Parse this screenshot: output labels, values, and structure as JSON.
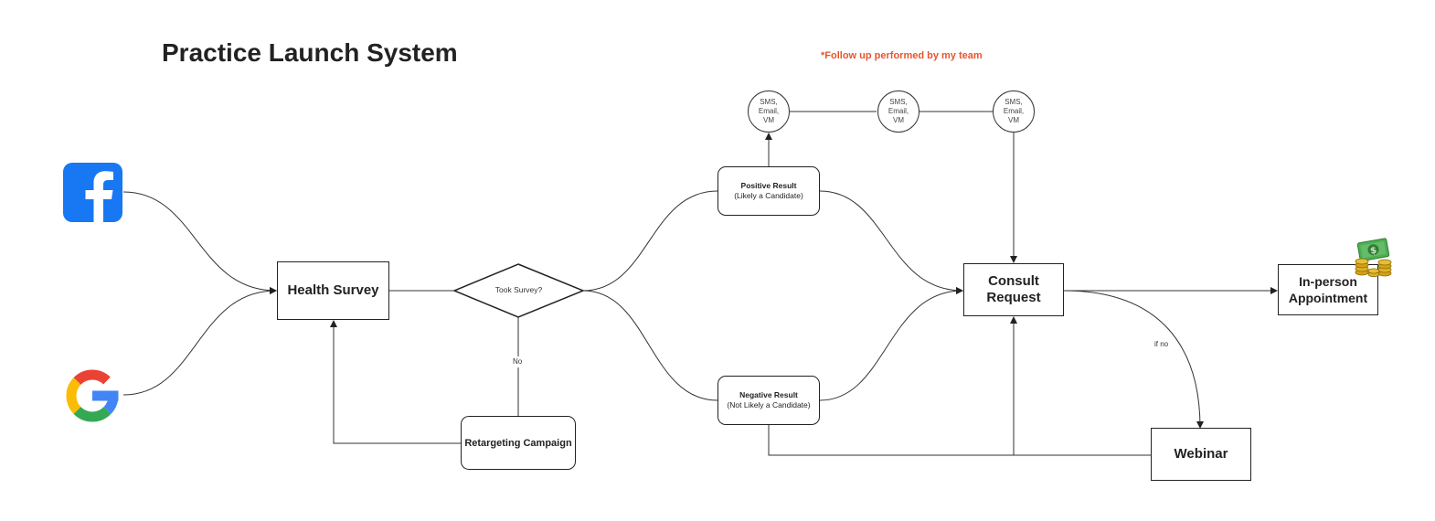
{
  "title": "Practice Launch System",
  "note": "*Follow up performed by my team",
  "nodes": {
    "health_survey": "Health Survey",
    "took_survey": "Took Survey?",
    "retargeting": "Retargeting Campaign",
    "positive_title": "Positive Result",
    "positive_sub": "(Likely a Candidate)",
    "negative_title": "Negative Result",
    "negative_sub": "(Not Likely a Candidate)",
    "consult_line1": "Consult",
    "consult_line2": "Request",
    "inperson_line1": "In-person",
    "inperson_line2": "Appointment",
    "webinar": "Webinar",
    "followups": [
      {
        "l1": "SMS,",
        "l2": "Email,",
        "l3": "VM"
      },
      {
        "l1": "SMS,",
        "l2": "Email,",
        "l3": "VM"
      },
      {
        "l1": "SMS,",
        "l2": "Email,",
        "l3": "VM"
      }
    ]
  },
  "edge_labels": {
    "no": "No",
    "if_no": "if no"
  },
  "icons": [
    "facebook-logo-icon",
    "google-logo-icon",
    "money-icon"
  ],
  "colors": {
    "note": "#e8542e",
    "facebook": "#1877f2",
    "google_blue": "#4285f4",
    "google_red": "#ea4335",
    "google_yellow": "#fbbc05",
    "google_green": "#34a853"
  }
}
